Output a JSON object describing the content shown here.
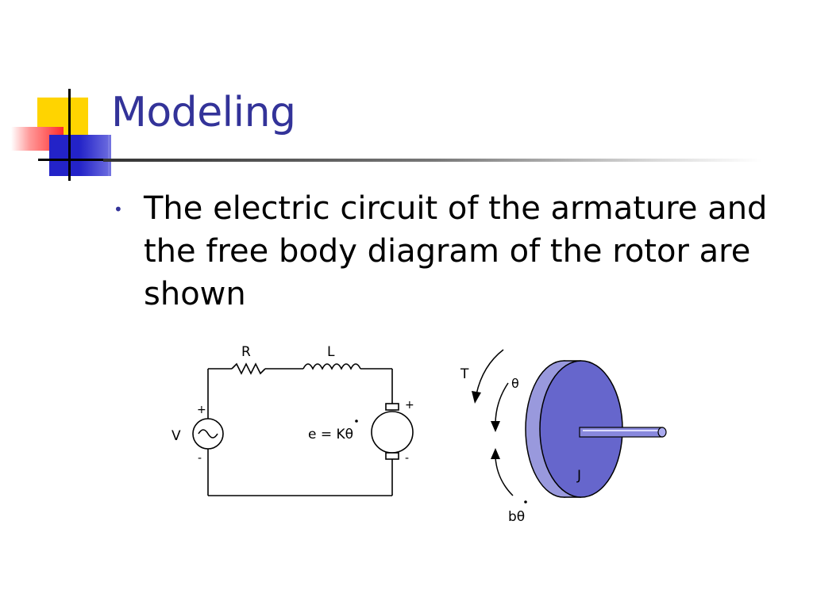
{
  "slide": {
    "title": "Modeling",
    "bullets": [
      {
        "marker": "•",
        "text": "The electric circuit of the armature and the free body diagram of the rotor are shown"
      }
    ]
  },
  "circuit": {
    "resistor_label": "R",
    "inductor_label": "L",
    "source_label": "V",
    "source_plus": "+",
    "source_minus": "-",
    "emf_equation": "e = Kθ",
    "motor_plus": "+",
    "motor_minus": "-"
  },
  "rotor": {
    "torque_label": "T",
    "angle_label": "θ",
    "inertia_label": "J",
    "damping_label": "bθ"
  },
  "colors": {
    "title": "#333399",
    "rotor_face": "#6666cc",
    "rotor_rim": "#9999dd",
    "logo_yellow": "#ffd400",
    "logo_red": "#ff2b2b",
    "logo_blue": "#2323c8"
  }
}
